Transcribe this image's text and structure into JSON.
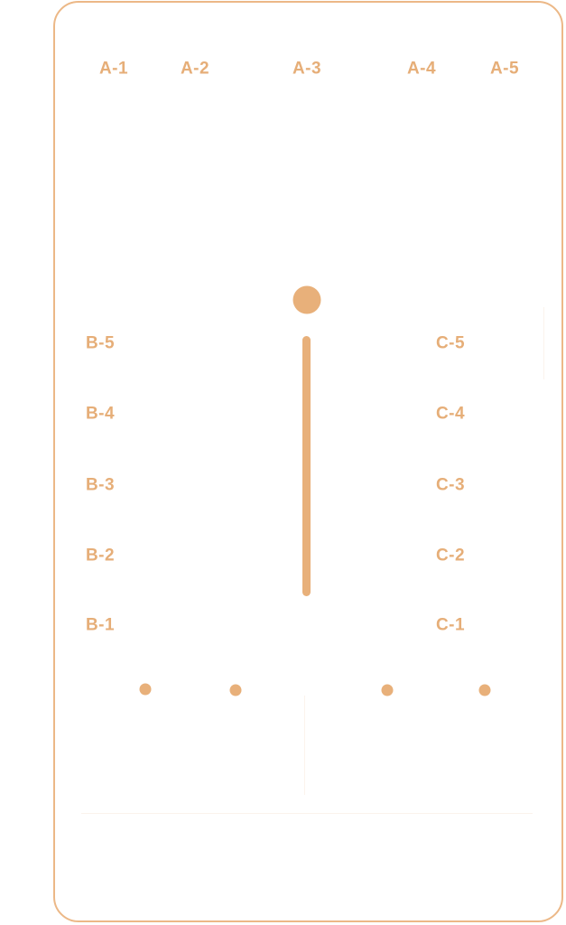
{
  "accent_color": "#e8b07a",
  "labels": {
    "a1": "A-1",
    "a2": "A-2",
    "a3": "A-3",
    "a4": "A-4",
    "a5": "A-5",
    "b5": "B-5",
    "b4": "B-4",
    "b3": "B-3",
    "b2": "B-2",
    "b1": "B-1",
    "c5": "C-5",
    "c4": "C-4",
    "c3": "C-3",
    "c2": "C-2",
    "c1": "C-1"
  }
}
